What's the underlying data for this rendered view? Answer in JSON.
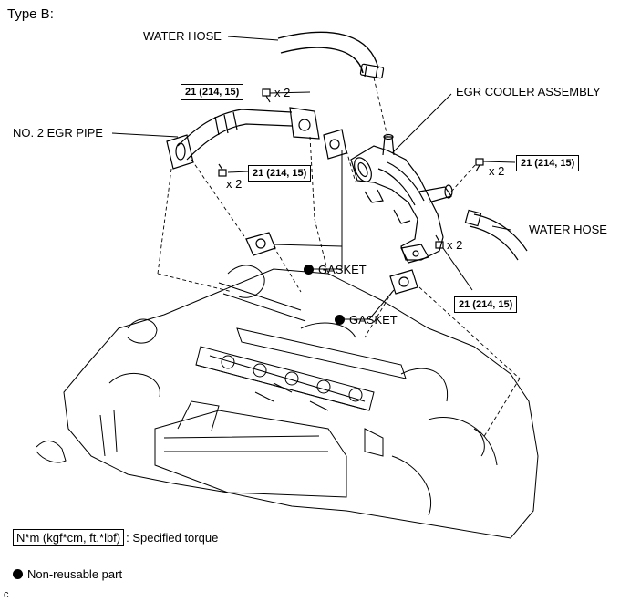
{
  "header": {
    "type_label": "Type B:"
  },
  "parts": {
    "water_hose_top": "WATER HOSE",
    "egr_cooler": "EGR COOLER ASSEMBLY",
    "no2_egr_pipe": "NO. 2 EGR PIPE",
    "water_hose_right": "WATER HOSE",
    "gasket_1": "GASKET",
    "gasket_2": "GASKET"
  },
  "torque": {
    "value": "21 (214, 15)",
    "count": "x 2"
  },
  "legend": {
    "torque_box": "N*m (kgf*cm, ft.*lbf)",
    "torque_text": ": Specified torque",
    "nonreusable_text": "Non-reusable part"
  },
  "footer": {
    "code": "c"
  }
}
